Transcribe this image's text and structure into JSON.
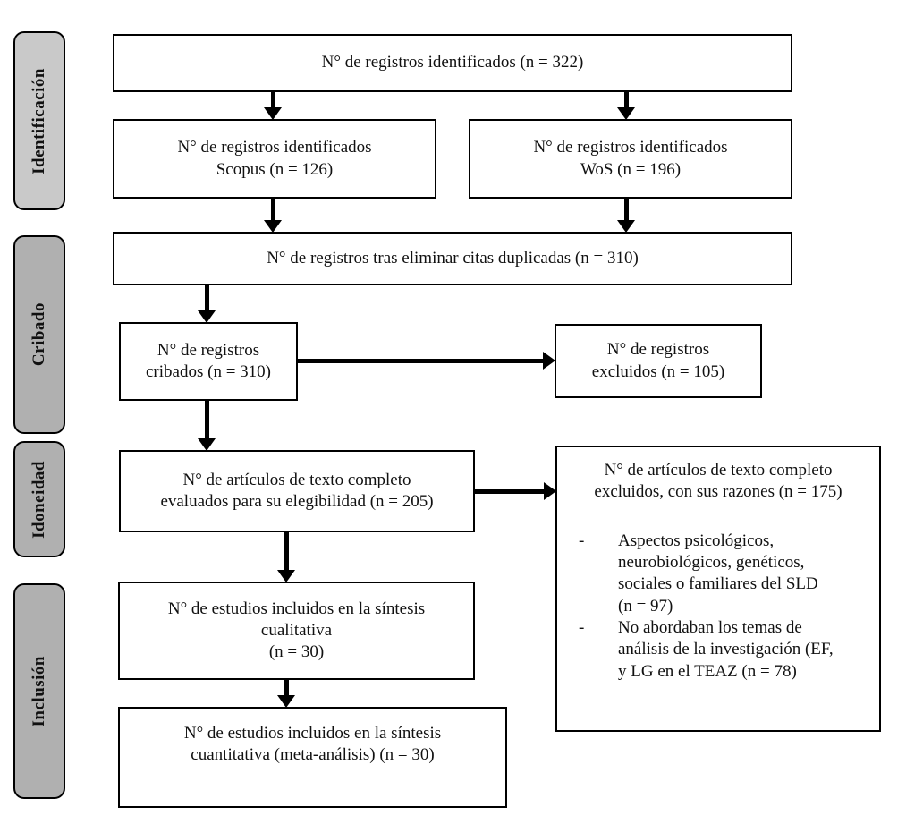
{
  "sidebar": {
    "stages": [
      {
        "id": "identificacion",
        "label": "Identificación"
      },
      {
        "id": "cribado",
        "label": "Cribado"
      },
      {
        "id": "idoneidad",
        "label": "Idoneidad"
      },
      {
        "id": "inclusion",
        "label": "Inclusión"
      }
    ]
  },
  "flow": {
    "records_identified_total": "N° de registros identificados (n = 322)",
    "records_identified_scopus": "N° de registros identificados\nScopus (n = 126)",
    "records_identified_wos": "N° de registros identificados\nWoS (n = 196)",
    "records_after_duplicates": "N° de registros tras eliminar citas duplicadas (n = 310)",
    "records_screened": "N° de registros\ncribados (n = 310)",
    "records_excluded": "N° de registros\nexcluidos (n = 105)",
    "fulltext_assessed": "N° de artículos de texto completo\nevaluados para su elegibilidad (n = 205)",
    "fulltext_excluded": {
      "title": "N° de artículos de texto completo\nexcluidos, con sus razones (n = 175)",
      "bullet_marker": "-",
      "reasons": [
        "Aspectos psicológicos,\nneurobiológicos, genéticos,\nsociales o familiares del SLD\n(n = 97)",
        "No abordaban los temas de\nanálisis de la investigación (EF,\ny LG en el TEAZ (n = 78)"
      ]
    },
    "qualitative_synthesis": "N° de estudios incluidos en la síntesis\ncualitativa\n(n = 30)",
    "quantitative_synthesis": "N° de estudios incluidos en la síntesis\ncuantitativa (meta-análisis) (n = 30)"
  },
  "colors": {
    "stage_identification_fill": "#c9c9c9",
    "stage_other_fill": "#b0b0b0",
    "box_fill": "#ffffff",
    "line": "#000000"
  }
}
